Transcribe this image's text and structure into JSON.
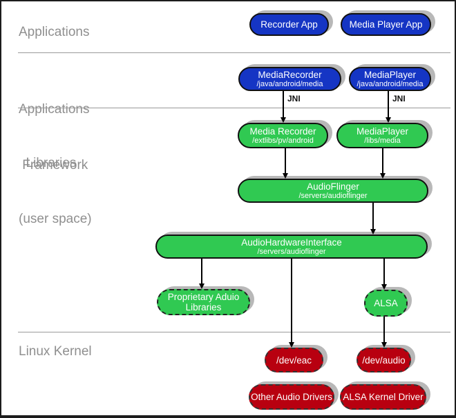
{
  "sections": {
    "applications": {
      "label": "Applications"
    },
    "framework": {
      "line1": "Applications",
      "line2": " Framework"
    },
    "libraries": {
      "line1": "  Libraries",
      "line2": "(user space)"
    },
    "kernel": {
      "label": "Linux Kernel"
    }
  },
  "nodes": {
    "recorder_app": {
      "title": "Recorder App"
    },
    "media_player_app": {
      "title": "Media Player App"
    },
    "mediarecorder_fw": {
      "title": "MediaRecorder",
      "subtitle": "/java/android/media"
    },
    "mediaplayer_fw": {
      "title": "MediaPlayer",
      "subtitle": "/java/android/media"
    },
    "media_recorder_lib": {
      "title": "Media Recorder",
      "subtitle": "/extlibs/pv/android"
    },
    "mediaplayer_lib": {
      "title": "MediaPlayer",
      "subtitle": "/libs/media"
    },
    "audioflinger": {
      "title": "AudioFlinger",
      "subtitle": "/servers/audioflinger"
    },
    "audio_hardware_interface": {
      "title": "AudioHardwareInterface",
      "subtitle": "/servers/audioflinger"
    },
    "proprietary_audio_libraries": {
      "title": "Proprietary Aduio Libraries"
    },
    "alsa": {
      "title": "ALSA"
    },
    "dev_eac": {
      "title": "/dev/eac"
    },
    "dev_audio": {
      "title": "/dev/audio"
    },
    "other_audio_drivers": {
      "title": "Other Audio Drivers"
    },
    "alsa_kernel_driver": {
      "title": "ALSA Kernel Driver"
    }
  },
  "edge_labels": {
    "jni_left": "JNI",
    "jni_right": "JNI"
  },
  "colors": {
    "app_blue": "#1535c4",
    "lib_green": "#30c952",
    "kernel_red": "#b80010",
    "box_shadow": "#b8b8b8",
    "section_label_gray": "#8f8f8f",
    "divider_gray": "#999999",
    "arrow_black": "#000000"
  }
}
